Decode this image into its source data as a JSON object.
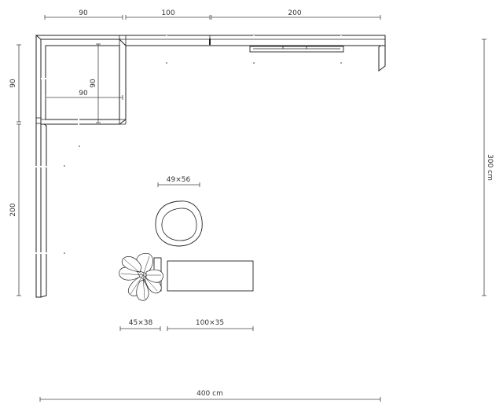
{
  "dimensions": {
    "top_segment_1": "90",
    "top_segment_2": "100",
    "top_segment_3": "200",
    "left_upper": "90",
    "left_lower": "200",
    "right_height": "300 cm",
    "bottom_total": "400 cm",
    "cabinet_width": "90",
    "cabinet_height": "90"
  },
  "furniture": {
    "chair_size": "49×56",
    "plant_size": "45×38",
    "bench_size": "100×35"
  }
}
